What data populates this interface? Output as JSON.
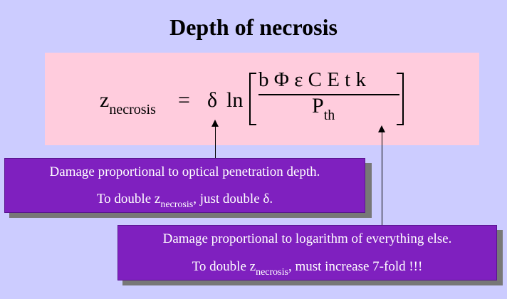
{
  "title": "Depth of necrosis",
  "formula": {
    "z": "z",
    "z_sub": "necrosis",
    "equals": "=",
    "delta": "δ",
    "ln": "ln",
    "numerator": "b Φ ε C E t k",
    "denominator": "P",
    "denominator_sub": "th"
  },
  "note1": {
    "line1": "Damage proportional to optical penetration depth.",
    "line2_pre": "To double z",
    "line2_sub": "necrosis",
    "line2_post": ", just double δ."
  },
  "note2": {
    "line1": "Damage proportional to logarithm of everything else.",
    "line2_pre": "To double z",
    "line2_sub": "necrosis",
    "line2_post": ", must increase 7-fold !!!"
  },
  "colors": {
    "background": "#ccccff",
    "formula_box": "#ffccdd",
    "note_box": "#7f20bf",
    "note_text": "#ffffff"
  }
}
